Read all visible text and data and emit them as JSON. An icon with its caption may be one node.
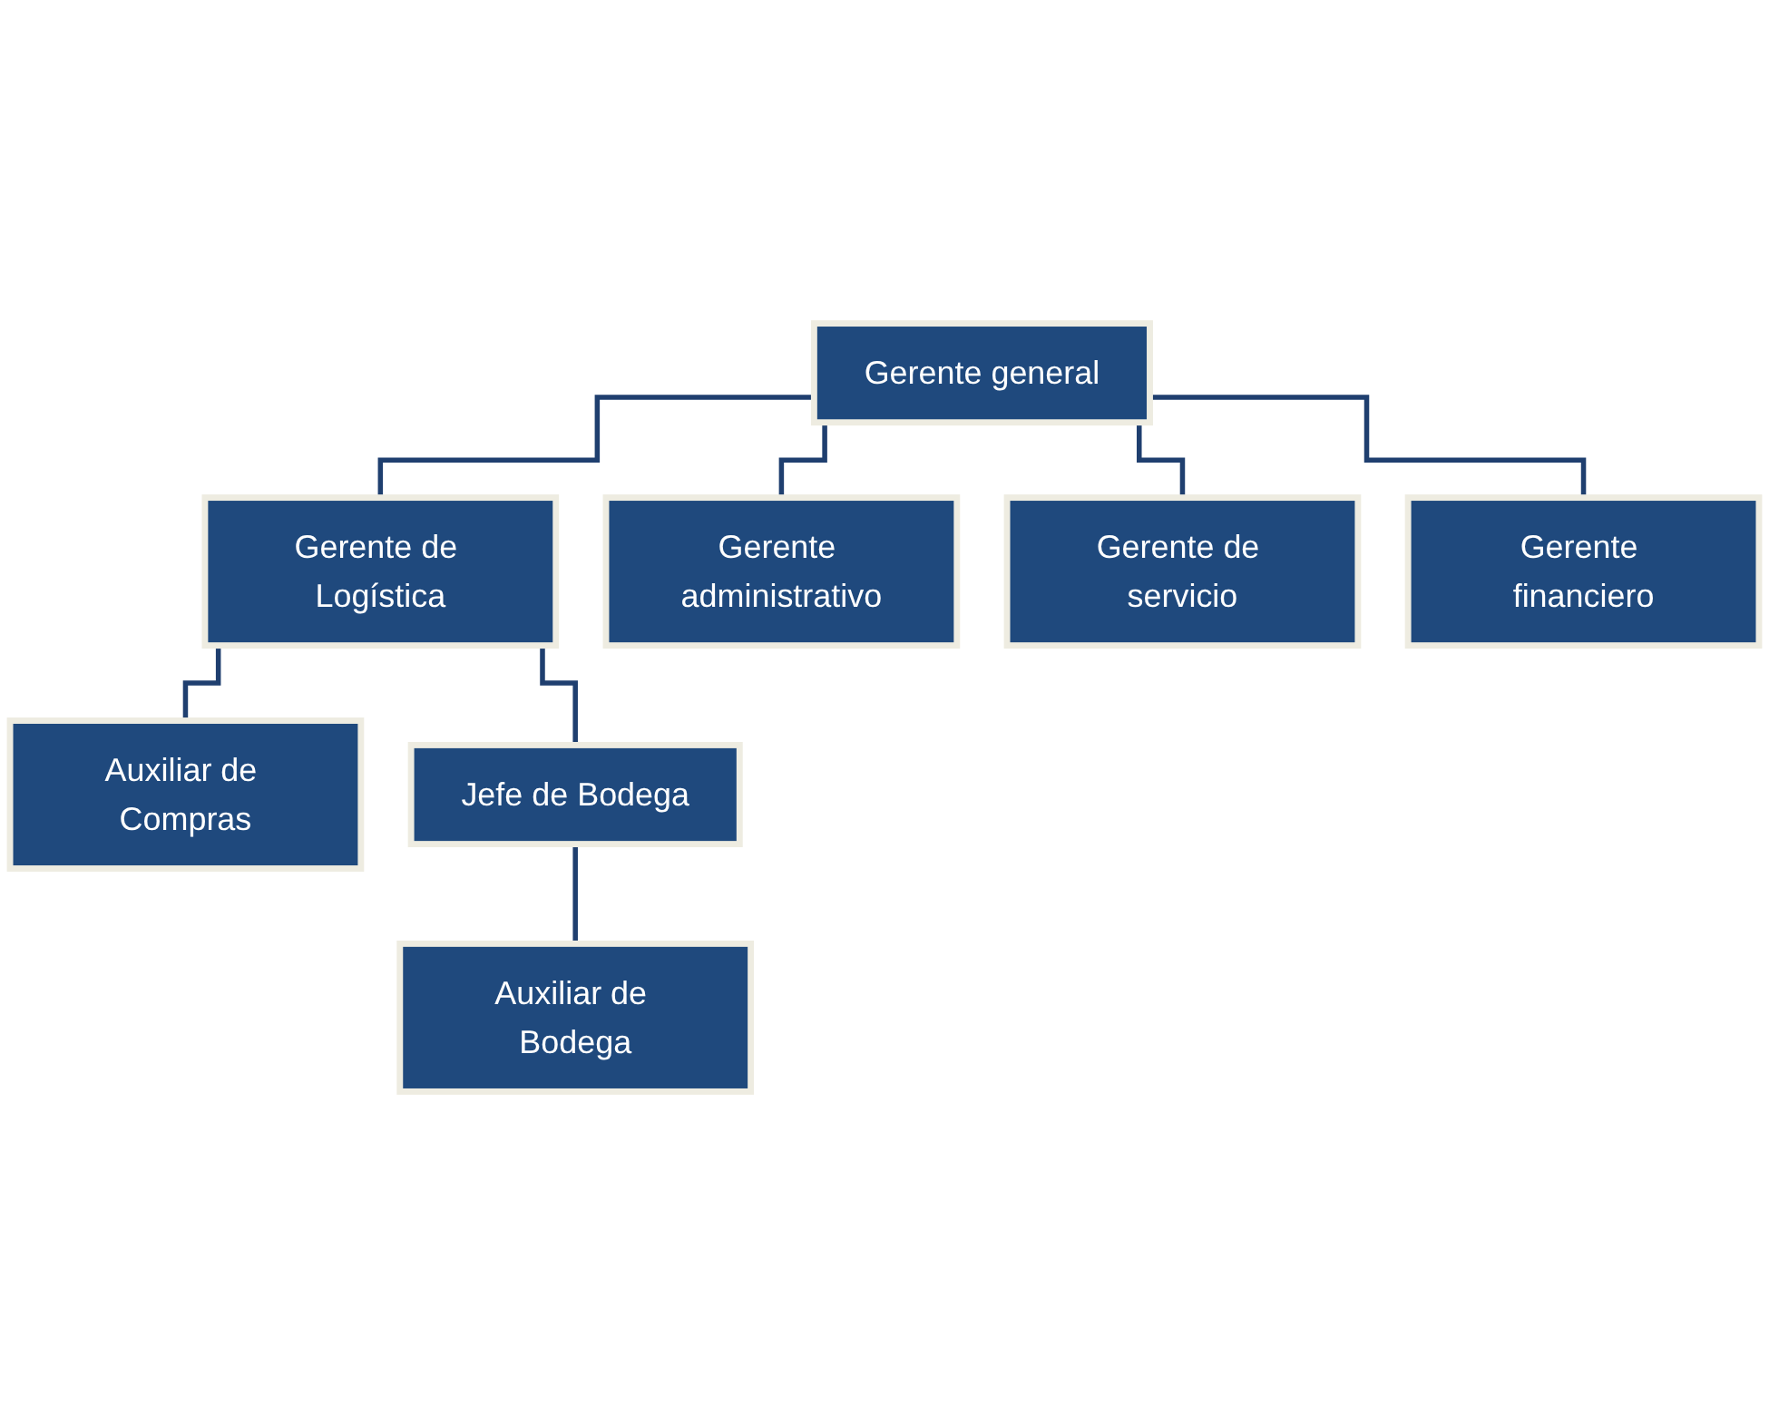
{
  "diagram": {
    "nodes": [
      {
        "text": [
          "Gerente general"
        ]
      },
      {
        "text": [
          "Gerente de Logística"
        ]
      },
      {
        "text": [
          "Gerente administrativo"
        ]
      },
      {
        "text": [
          "Gerente de servicio"
        ]
      },
      {
        "text": [
          "Gerente financiero"
        ]
      },
      {
        "text": [
          "Auxiliar de Compras"
        ]
      },
      {
        "text": [
          "Jefe de Bodega"
        ]
      },
      {
        "text": [
          "Auxiliar de Bodega"
        ]
      }
    ],
    "edges": [
      {
        "from": 0,
        "to": 1,
        "arrow": "none"
      },
      {
        "from": 0,
        "to": 2,
        "arrow": "none"
      },
      {
        "from": 0,
        "to": 3,
        "arrow": "none"
      },
      {
        "from": 0,
        "to": 4,
        "arrow": "none"
      },
      {
        "from": 1,
        "to": 5,
        "arrow": "none"
      },
      {
        "from": 1,
        "to": 6,
        "arrow": "none"
      },
      {
        "from": 6,
        "to": 7,
        "arrow": "none"
      }
    ]
  }
}
